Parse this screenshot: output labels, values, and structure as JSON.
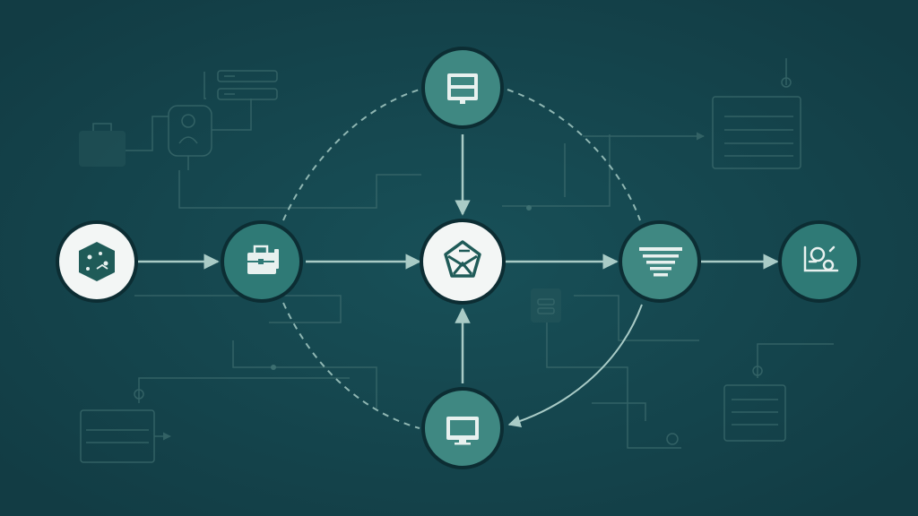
{
  "colors": {
    "background": "#123c44",
    "background_center": "#185058",
    "node_fill_dark": "#2f7a76",
    "node_fill_teal": "#3f8882",
    "node_fill_white": "#f3f6f5",
    "node_ring": "#0c2d33",
    "icon_dark": "#1f5b58",
    "icon_light": "#e8f1ef",
    "arrow": "#a9cbc6",
    "faint": "#3d6c6e"
  },
  "diagram": {
    "nodes": [
      {
        "id": "data-cube",
        "icon": "data-cube-icon",
        "style": "white"
      },
      {
        "id": "toolbox",
        "icon": "toolbox-icon",
        "style": "teal"
      },
      {
        "id": "window",
        "icon": "window-icon",
        "style": "teal"
      },
      {
        "id": "hub",
        "icon": "hub-envelope-icon",
        "style": "white"
      },
      {
        "id": "filter",
        "icon": "filter-lines-icon",
        "style": "teal"
      },
      {
        "id": "monitor",
        "icon": "monitor-icon",
        "style": "teal"
      },
      {
        "id": "output",
        "icon": "output-machine-icon",
        "style": "teal"
      }
    ],
    "edges": [
      {
        "from": "data-cube",
        "to": "toolbox",
        "kind": "solid"
      },
      {
        "from": "toolbox",
        "to": "hub",
        "kind": "solid"
      },
      {
        "from": "hub",
        "to": "filter",
        "kind": "solid"
      },
      {
        "from": "filter",
        "to": "output",
        "kind": "solid"
      },
      {
        "from": "window",
        "to": "hub",
        "kind": "solid"
      },
      {
        "from": "monitor",
        "to": "hub",
        "kind": "solid"
      },
      {
        "from": "toolbox",
        "to": "window",
        "kind": "dashed"
      },
      {
        "from": "window",
        "to": "filter",
        "kind": "dashed"
      },
      {
        "from": "toolbox",
        "to": "monitor",
        "kind": "dashed"
      },
      {
        "from": "filter",
        "to": "monitor",
        "kind": "solid-curve"
      }
    ]
  }
}
